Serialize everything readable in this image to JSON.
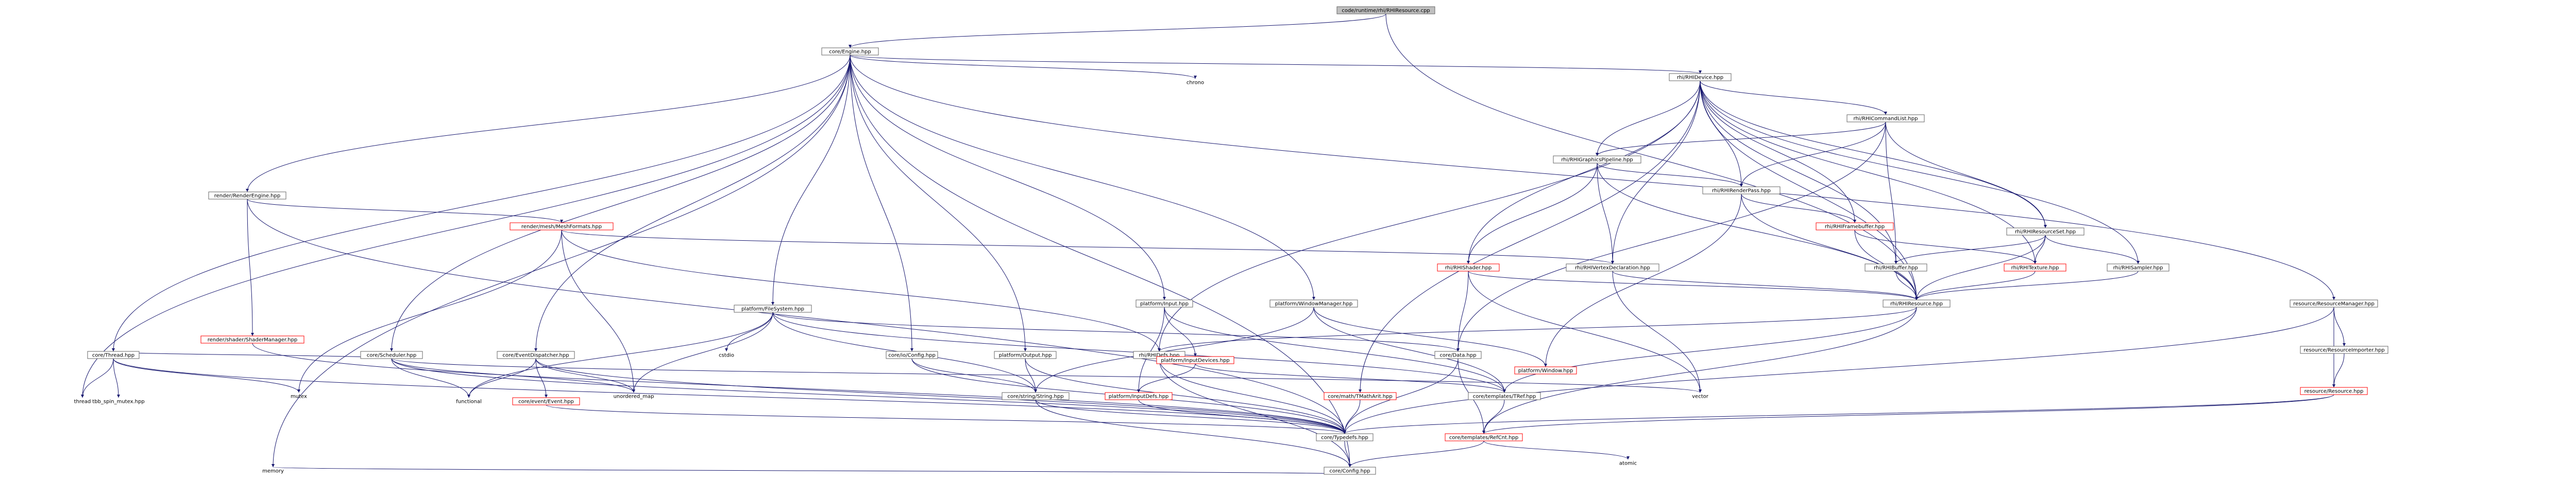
{
  "title": "code/runtime/rhi/RHIResource.cpp",
  "nodes": [
    {
      "id": "root",
      "label": "code/runtime/rhi/RHIResource.cpp",
      "kind": "root"
    },
    {
      "id": "engine",
      "label": "core/Engine.hpp",
      "kind": "box"
    },
    {
      "id": "rhidevice",
      "label": "rhi/RHIDevice.hpp",
      "kind": "box"
    },
    {
      "id": "chrono",
      "label": "chrono",
      "kind": "text"
    },
    {
      "id": "rhicmd",
      "label": "rhi/RHICommandList.hpp",
      "kind": "box"
    },
    {
      "id": "rhigp",
      "label": "rhi/RHIGraphicsPipeline.hpp",
      "kind": "box"
    },
    {
      "id": "rhirp",
      "label": "rhi/RHIRenderPass.hpp",
      "kind": "box"
    },
    {
      "id": "rhifb",
      "label": "rhi/RHIFramebuffer.hpp",
      "kind": "red"
    },
    {
      "id": "rhirs",
      "label": "rhi/RHIResourceSet.hpp",
      "kind": "box"
    },
    {
      "id": "rhishader",
      "label": "rhi/RHIShader.hpp",
      "kind": "red"
    },
    {
      "id": "rhivd",
      "label": "rhi/RHIVertexDeclaration.hpp",
      "kind": "box"
    },
    {
      "id": "rhibuf",
      "label": "rhi/RHIBuffer.hpp",
      "kind": "box"
    },
    {
      "id": "rhitex",
      "label": "rhi/RHITexture.hpp",
      "kind": "red"
    },
    {
      "id": "rhisamp",
      "label": "rhi/RHISampler.hpp",
      "kind": "box"
    },
    {
      "id": "rhires",
      "label": "rhi/RHIResource.hpp",
      "kind": "box"
    },
    {
      "id": "rhidefs",
      "label": "rhi/RHIDefs.hpp",
      "kind": "box"
    },
    {
      "id": "render",
      "label": "render/RenderEngine.hpp",
      "kind": "box"
    },
    {
      "id": "meshfmt",
      "label": "render/mesh/MeshFormats.hpp",
      "kind": "red"
    },
    {
      "id": "shadermgr",
      "label": "render/shader/ShaderManager.hpp",
      "kind": "red"
    },
    {
      "id": "fs",
      "label": "platform/FileSystem.hpp",
      "kind": "box"
    },
    {
      "id": "pinput",
      "label": "platform/Input.hpp",
      "kind": "box"
    },
    {
      "id": "pwm",
      "label": "platform/WindowManager.hpp",
      "kind": "box"
    },
    {
      "id": "pwin",
      "label": "platform/Window.hpp",
      "kind": "red"
    },
    {
      "id": "pindev",
      "label": "platform/InputDevices.hpp",
      "kind": "red"
    },
    {
      "id": "pindefs",
      "label": "platform/InputDefs.hpp",
      "kind": "red"
    },
    {
      "id": "poutput",
      "label": "platform/Output.hpp",
      "kind": "box"
    },
    {
      "id": "resmgr",
      "label": "resource/ResourceManager.hpp",
      "kind": "box"
    },
    {
      "id": "resimp",
      "label": "resource/ResourceImporter.hpp",
      "kind": "box"
    },
    {
      "id": "resres",
      "label": "resource/Resource.hpp",
      "kind": "red"
    },
    {
      "id": "cthread",
      "label": "core/Thread.hpp",
      "kind": "box"
    },
    {
      "id": "csched",
      "label": "core/Scheduler.hpp",
      "kind": "box"
    },
    {
      "id": "cevdisp",
      "label": "core/EventDispatcher.hpp",
      "kind": "box"
    },
    {
      "id": "cevent",
      "label": "core/event/Event.hpp",
      "kind": "red"
    },
    {
      "id": "cioconf",
      "label": "core/io/Config.hpp",
      "kind": "box"
    },
    {
      "id": "cdata",
      "label": "core/Data.hpp",
      "kind": "box"
    },
    {
      "id": "cstring",
      "label": "core/string/String.hpp",
      "kind": "box"
    },
    {
      "id": "ctyperef",
      "label": "core/templates/TRef.hpp",
      "kind": "box"
    },
    {
      "id": "cmath",
      "label": "core/math/TMathArit.hpp",
      "kind": "red"
    },
    {
      "id": "ctypedefs",
      "label": "core/Typedefs.hpp",
      "kind": "box"
    },
    {
      "id": "crefcnt",
      "label": "core/templates/RefCnt.hpp",
      "kind": "red"
    },
    {
      "id": "cconfig",
      "label": "core/Config.hpp",
      "kind": "box"
    },
    {
      "id": "thread",
      "label": "thread",
      "kind": "text"
    },
    {
      "id": "tbb",
      "label": "tbb_spin_mutex.hpp",
      "kind": "text"
    },
    {
      "id": "mutex",
      "label": "mutex",
      "kind": "text"
    },
    {
      "id": "functional",
      "label": "functional",
      "kind": "text"
    },
    {
      "id": "umap",
      "label": "unordered_map",
      "kind": "text"
    },
    {
      "id": "cstdio",
      "label": "cstdio",
      "kind": "text"
    },
    {
      "id": "vector",
      "label": "vector",
      "kind": "text"
    },
    {
      "id": "memory",
      "label": "memory",
      "kind": "text"
    },
    {
      "id": "atomic",
      "label": "atomic",
      "kind": "text"
    }
  ]
}
